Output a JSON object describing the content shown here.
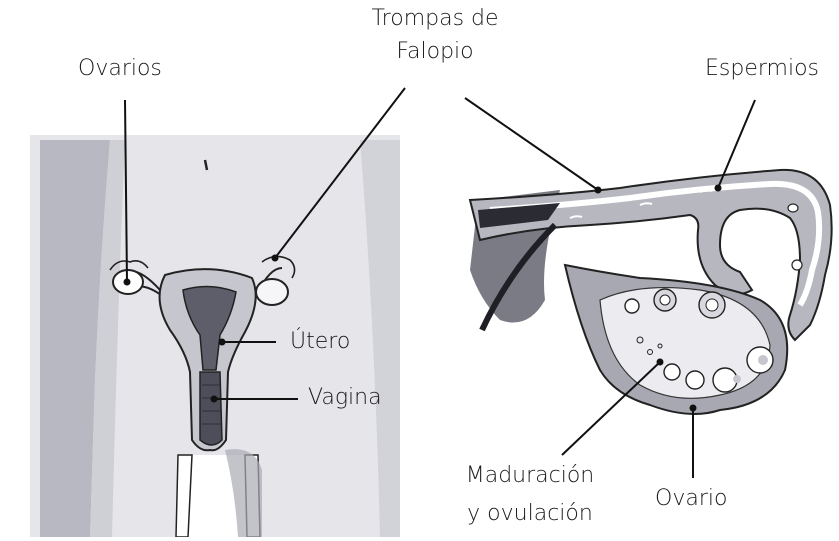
{
  "labels": {
    "ovarios": "Ovarios",
    "trompas_line1": "Trompas de",
    "trompas_line2": "Falopio",
    "espermios": "Espermios",
    "utero": "Útero",
    "vagina": "Vagina",
    "maduracion_line1": "Maduración",
    "maduracion_line2": "y ovulación",
    "ovario": "Ovario"
  },
  "colors": {
    "ink": "#1a1a1a",
    "wash_light": "#e3e3e8",
    "wash_mid": "#c4c4cc",
    "wash_dark": "#7d7d88",
    "wash_deep": "#4e4e58"
  }
}
